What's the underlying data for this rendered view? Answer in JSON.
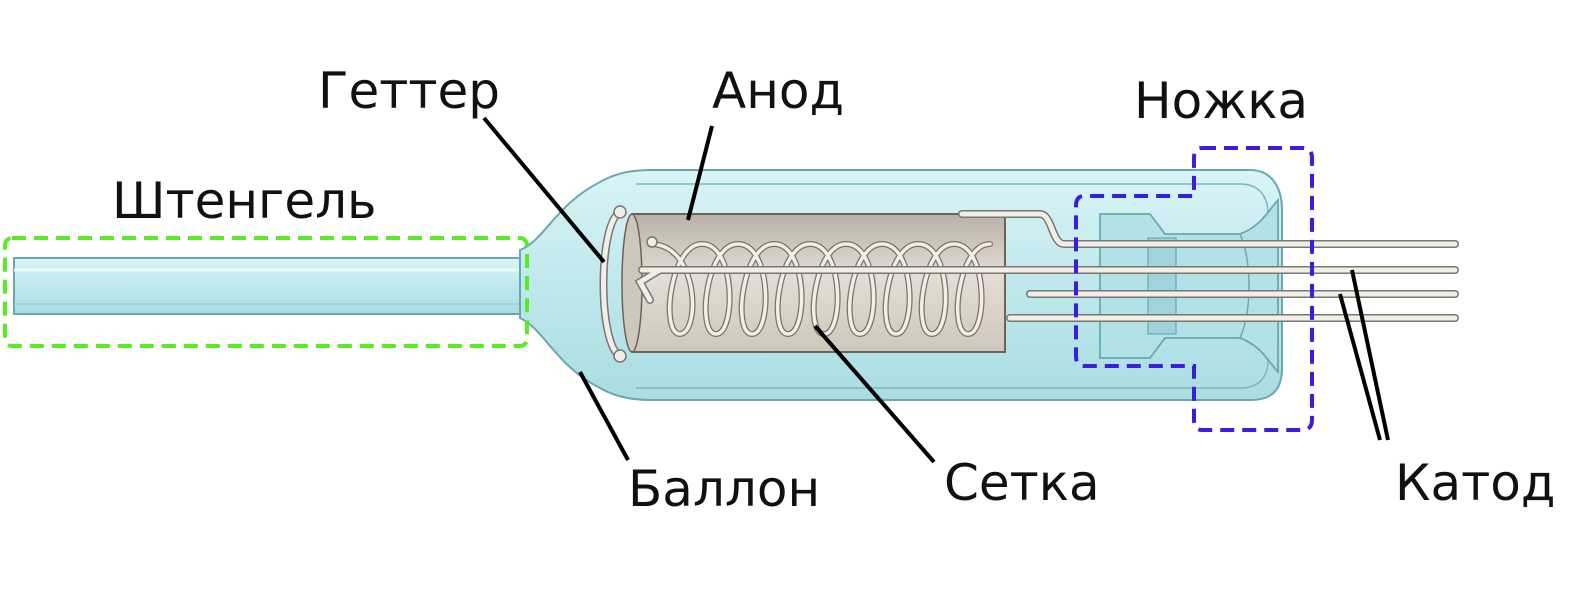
{
  "labels": {
    "shtengel": "Штенгель",
    "getter": "Геттер",
    "anod": "Анод",
    "nozhka": "Ножка",
    "ballon": "Баллон",
    "setka": "Сетка",
    "katod": "Катод"
  },
  "colors": {
    "glass": "#c6ecf0",
    "glass_edge": "#6aa8b0",
    "anode": "#d9d2c8",
    "wire": "#f2ede5",
    "wire_edge": "#777777",
    "exhaust_box": "#55ee22",
    "stem_box": "#3a1ee0",
    "leader": "#000000"
  }
}
